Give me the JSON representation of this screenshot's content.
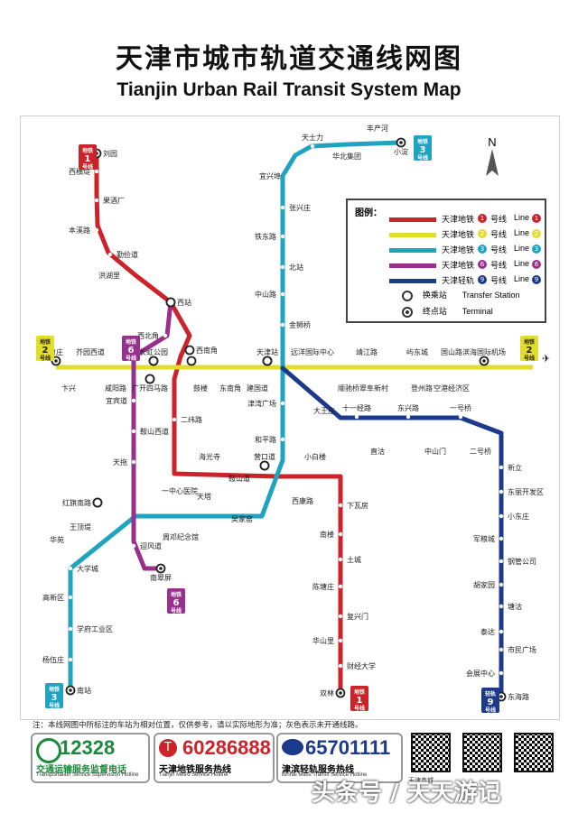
{
  "title_zh": "天津市城市轨道交通线网图",
  "title_en": "Tianjin Urban Rail Transit System Map",
  "colors": {
    "line1": "#cc2229",
    "line2": "#e2dc2b",
    "line3": "#1fa3c1",
    "line6": "#99308e",
    "line9": "#1c3a8c"
  },
  "compass": "N",
  "legend": {
    "title": "图例：",
    "lines": [
      {
        "zh": "天津地铁",
        "num": "1",
        "suffix": "号线",
        "en": "Line",
        "color": "#cc2229"
      },
      {
        "zh": "天津地铁",
        "num": "2",
        "suffix": "号线",
        "en": "Line",
        "color": "#e2dc2b"
      },
      {
        "zh": "天津地铁",
        "num": "3",
        "suffix": "号线",
        "en": "Line",
        "color": "#1fa3c1"
      },
      {
        "zh": "天津地铁",
        "num": "6",
        "suffix": "号线",
        "en": "Line",
        "color": "#99308e"
      },
      {
        "zh": "天津轻轨",
        "num": "9",
        "suffix": "号线",
        "en": "Line",
        "color": "#1c3a8c"
      }
    ],
    "transfer_zh": "换乘站",
    "transfer_en": "Transfer Station",
    "terminal_zh": "终点站",
    "terminal_en": "Terminal"
  },
  "line_badges": [
    {
      "id": "l1n",
      "top": "地铁",
      "num": "1",
      "bottom": "号线",
      "color": "#cc2229"
    },
    {
      "id": "l1s",
      "top": "地铁",
      "num": "1",
      "bottom": "号线",
      "color": "#cc2229"
    },
    {
      "id": "l2w",
      "top": "地铁",
      "num": "2",
      "bottom": "号线",
      "color": "#e2dc2b"
    },
    {
      "id": "l2e",
      "top": "地铁",
      "num": "2",
      "bottom": "号线",
      "color": "#e2dc2b"
    },
    {
      "id": "l3n",
      "top": "地铁",
      "num": "3",
      "bottom": "号线",
      "color": "#1fa3c1"
    },
    {
      "id": "l3s",
      "top": "地铁",
      "num": "3",
      "bottom": "号线",
      "color": "#1fa3c1"
    },
    {
      "id": "l6n",
      "top": "地铁",
      "num": "6",
      "bottom": "号线",
      "color": "#99308e"
    },
    {
      "id": "l6s",
      "top": "地铁",
      "num": "6",
      "bottom": "号线",
      "color": "#99308e"
    },
    {
      "id": "l9",
      "top": "轻轨",
      "num": "9",
      "bottom": "号线",
      "color": "#1c3a8c"
    }
  ],
  "stations": {
    "line1": [
      "刘园",
      "西横堤",
      "果酒厂",
      "本溪路",
      "勤俭道",
      "洪湖里",
      "西站",
      "西北角",
      "西南角",
      "二纬路",
      "海光寺",
      "鞍山道",
      "营口道",
      "小白楼",
      "下瓦房",
      "南楼",
      "土城",
      "陈塘庄",
      "复兴门",
      "华山里",
      "财经大学",
      "双林"
    ],
    "line2": [
      "曹庄",
      "卞兴",
      "芥园西道",
      "咸阳路",
      "长虹公园",
      "广开四马路",
      "西南角",
      "鼓楼",
      "东南角",
      "建国道",
      "天津站",
      "远洋国际中心",
      "顺驰桥",
      "靖江路",
      "翠阜新村",
      "屿东城",
      "登州路",
      "国山路",
      "空港经济区",
      "滨海国际机场"
    ],
    "line3": [
      "小淀",
      "丰产河",
      "华北集团",
      "天士力",
      "宜兴埠",
      "张兴庄",
      "铁东路",
      "北站",
      "中山路",
      "金狮桥",
      "天津站",
      "津湾广场",
      "和平路",
      "营口道",
      "西康路",
      "吴家窑",
      "天塔",
      "周邓纪念馆",
      "红旗南路",
      "王顶堤",
      "华苑",
      "大学城",
      "高新区",
      "学府工业区",
      "杨伍庄",
      "南站"
    ],
    "line6": [
      "南翠屏",
      "迎风道",
      "红旗南路",
      "一中心医院",
      "天拖",
      "鞍山西道",
      "宜宾道",
      "广开四马路",
      "长虹公园",
      "西站"
    ],
    "line9": [
      "天津站",
      "大王庄",
      "十一经路",
      "直沽",
      "东兴路",
      "中山门",
      "一号桥",
      "二号桥",
      "新立",
      "东丽开发区",
      "小东庄",
      "军粮城",
      "钢管公司",
      "胡家园",
      "塘沽",
      "泰达",
      "市民广场",
      "会展中心",
      "东海路"
    ]
  },
  "note": "注：本线网图中所标注的车站为相对位置，仅供参考，请以实际地形为准；灰色表示未开通线路。",
  "hotlines": [
    {
      "num": "12328",
      "zh": "交通运输服务监督电话",
      "en": "Transportation Service Supervision Hotline",
      "color": "#1b8a3c"
    },
    {
      "num": "60286888",
      "zh": "天津地铁服务热线",
      "en": "Tianjin Metro Service Hotline",
      "color": "#cc2229"
    },
    {
      "num": "65701111",
      "zh": "津滨轻轨服务热线",
      "en": "Binhai Mass Transit Service Hotline",
      "color": "#1c3a8c"
    }
  ],
  "watermark": "头条号 / 天天游记",
  "footer_tail": "天津市城"
}
